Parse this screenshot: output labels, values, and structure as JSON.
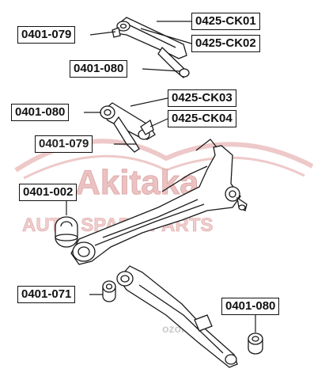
{
  "labels": [
    {
      "id": "l1",
      "text": "0401-079"
    },
    {
      "id": "l2",
      "text": "0425-CK01"
    },
    {
      "id": "l3",
      "text": "0425-CK02"
    },
    {
      "id": "l4",
      "text": "0401-080"
    },
    {
      "id": "l5",
      "text": "0401-080"
    },
    {
      "id": "l6",
      "text": "0425-CK03"
    },
    {
      "id": "l7",
      "text": "0425-CK04"
    },
    {
      "id": "l8",
      "text": "0401-079"
    },
    {
      "id": "l9",
      "text": "0401-002"
    },
    {
      "id": "l10",
      "text": "0401-071"
    },
    {
      "id": "l11",
      "text": "0401-080"
    }
  ],
  "watermark": {
    "brand": "Akitaka",
    "tagline": "AUTO SPARE PARTS",
    "url": "ozon.ru",
    "color": "#e8b4b4"
  },
  "colors": {
    "part_stroke": "#1a1a1a",
    "part_fill": "#ffffff",
    "label_border": "#111111"
  }
}
